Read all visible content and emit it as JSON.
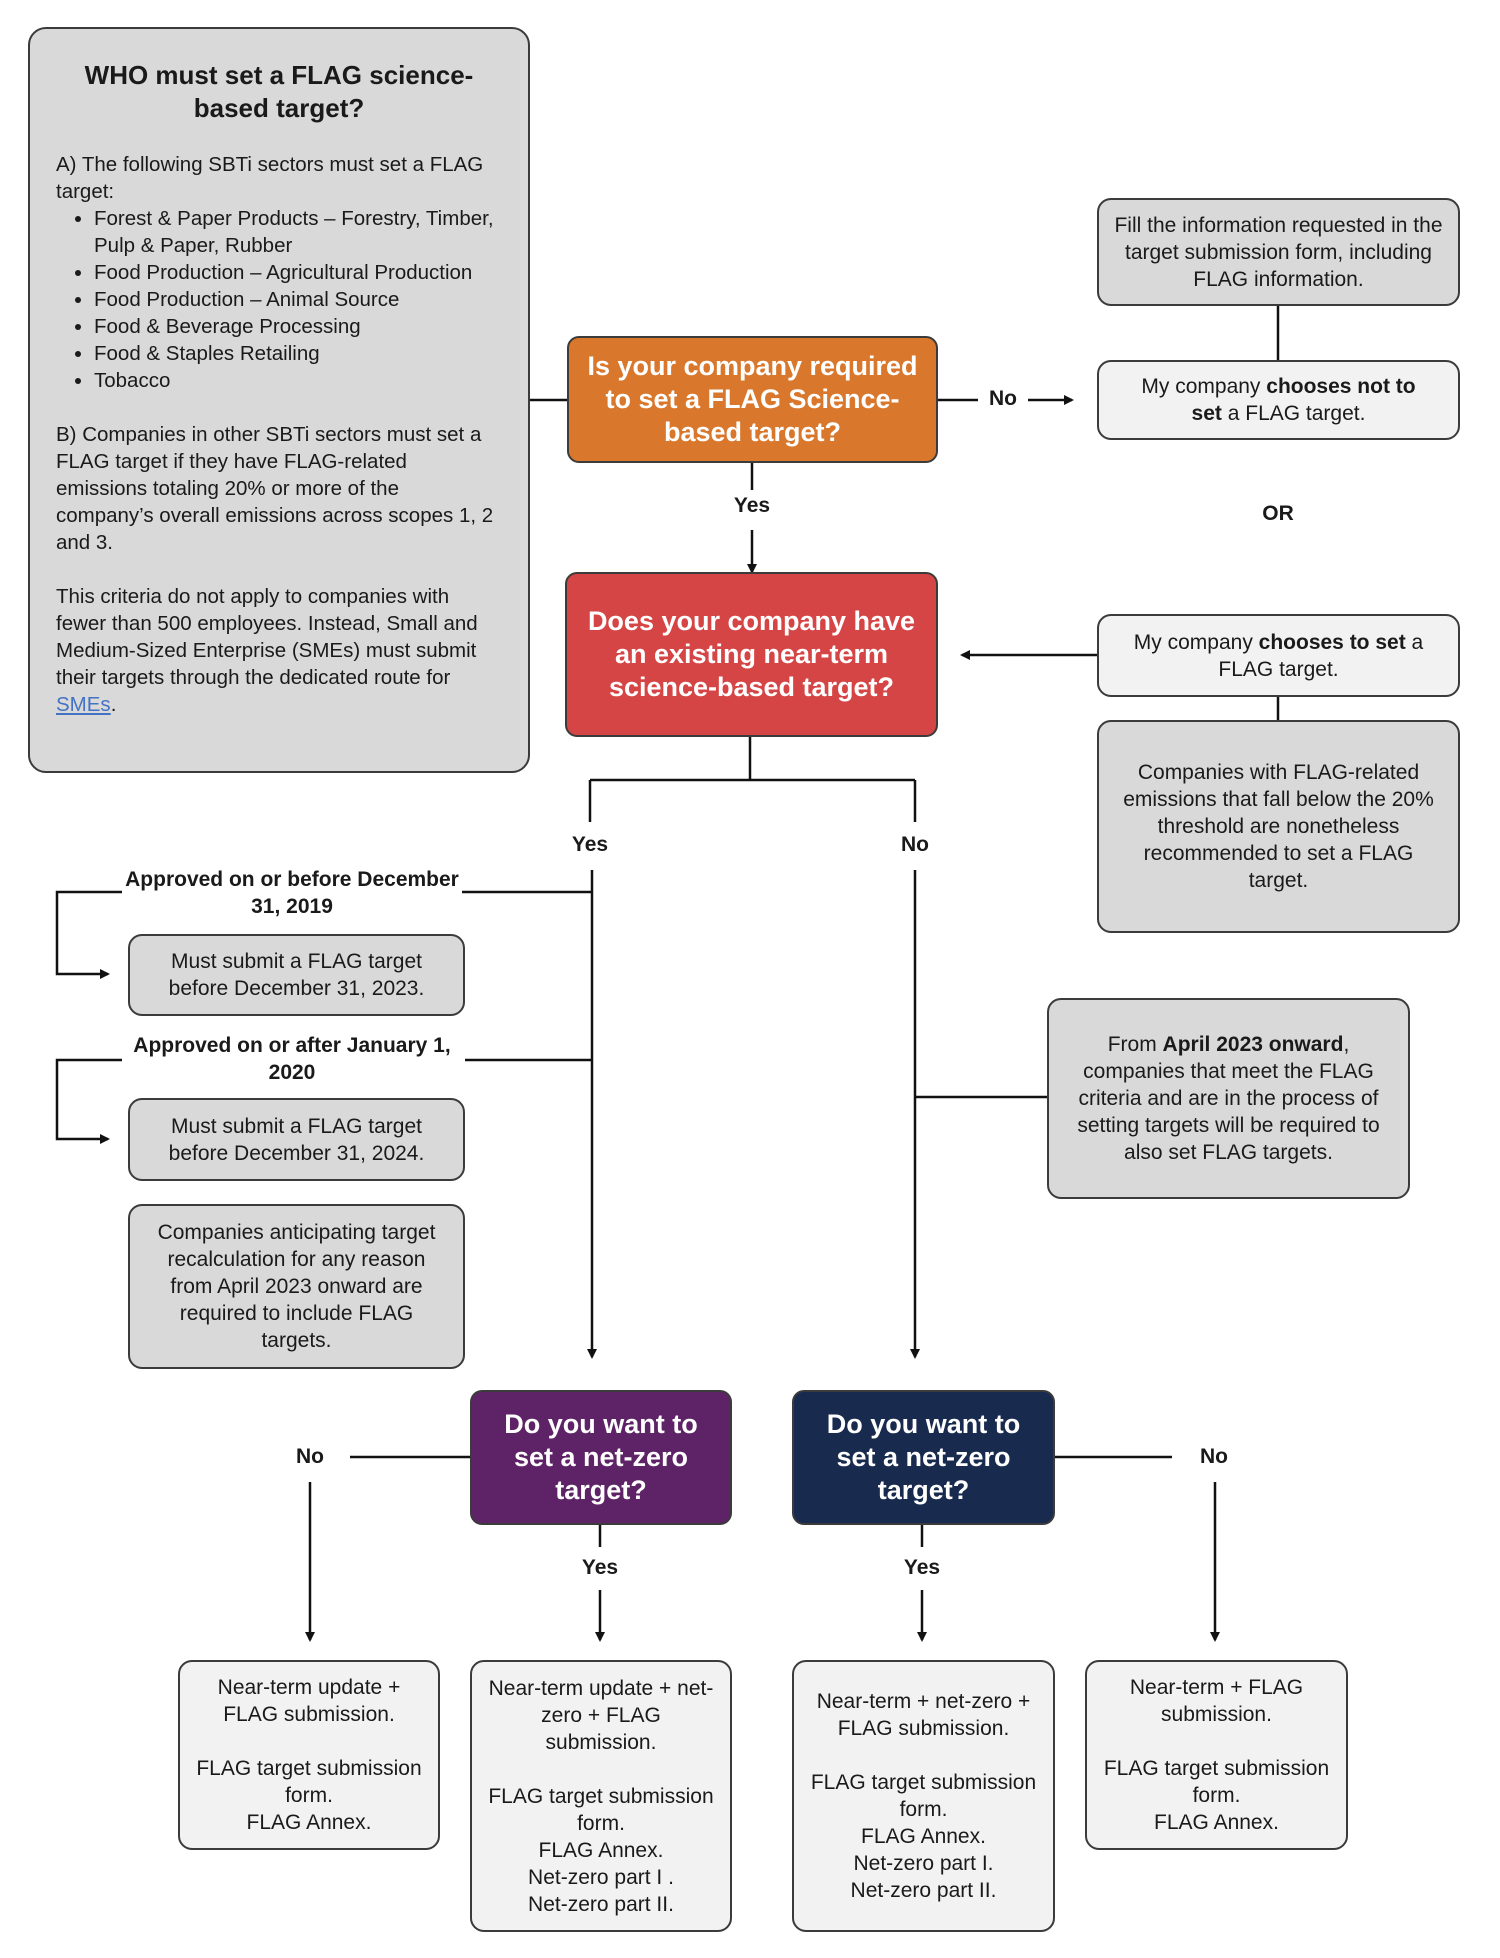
{
  "who_box": {
    "title": "WHO must set a FLAG science-based target?",
    "section_a_intro": "A) The following SBTi sectors must set a FLAG target:",
    "sectors": [
      "Forest & Paper Products – Forestry, Timber, Pulp & Paper, Rubber",
      "Food Production – Agricultural Production",
      "Food Production – Animal Source",
      "Food & Beverage Processing",
      "Food & Staples Retailing",
      "Tobacco"
    ],
    "section_b": "B) Companies in other SBTi sectors must set a FLAG target if they have FLAG-related emissions totaling 20% or more of the company’s overall emissions across scopes 1, 2 and 3.",
    "sme_note_before": "This criteria do not apply to companies with fewer than 500 employees. Instead, Small and Medium-Sized Enterprise (SMEs) must submit their targets through the dedicated route for ",
    "sme_link": "SMEs",
    "sme_note_after": "."
  },
  "questions": {
    "q1": "Is your company required to set a FLAG Science-based target?",
    "q2": "Does your company have an existing near-term science-based target?",
    "q3": "Do you want to set a net-zero target?",
    "q4": "Do you want to set a net-zero target?"
  },
  "colors": {
    "q1": "#d9782d",
    "q2": "#d64545",
    "q3": "#5e2366",
    "q4": "#182a4e",
    "link": "#4472c4"
  },
  "labels": {
    "q1_no": "No",
    "q1_yes": "Yes",
    "or": "OR",
    "q2_yes": "Yes",
    "q2_no": "No",
    "q3_no": "No",
    "q3_yes": "Yes",
    "q4_yes": "Yes",
    "q4_no": "No"
  },
  "right_boxes": {
    "fill_info": "Fill the information requested in the target submission form, including FLAG information.",
    "choose_not_before": "My company ",
    "choose_not_bold1": "chooses not to",
    "choose_not_bold2": "set",
    "choose_not_after": " a FLAG target.",
    "choose_before": "My company ",
    "choose_bold": "chooses to set",
    "choose_after": " a FLAG target.",
    "below_threshold": "Companies with FLAG-related emissions that fall below the 20% threshold are nonetheless recommended to set a FLAG target.",
    "april_before": "From ",
    "april_bold": "April 2023 onward",
    "april_after": ", companies that meet the FLAG criteria and are in the process of setting targets will be required to also set FLAG targets."
  },
  "yes_branch": {
    "approved_before": "Approved on or before December 31, 2019",
    "submit_2023": "Must submit a FLAG target before December 31, 2023.",
    "approved_after": "Approved on or after January 1, 2020",
    "submit_2024": "Must submit a FLAG target before December 31, 2024.",
    "recalc": "Companies anticipating target recalculation for any reason from April 2023 onward are required to include FLAG targets."
  },
  "outcomes": [
    {
      "lines": [
        "Near-term update + FLAG submission.",
        "",
        "FLAG target submission form.",
        "FLAG Annex."
      ]
    },
    {
      "lines": [
        "Near-term update + net-zero + FLAG submission.",
        "",
        "FLAG target submission form.",
        "FLAG Annex.",
        "Net-zero part I .",
        "Net-zero part II."
      ]
    },
    {
      "lines": [
        "Near-term + net-zero + FLAG submission.",
        "",
        "FLAG target submission form.",
        "FLAG Annex.",
        "Net-zero part I.",
        "Net-zero part II."
      ]
    },
    {
      "lines": [
        "Near-term + FLAG submission.",
        "",
        "FLAG target submission form.",
        "FLAG Annex."
      ]
    }
  ]
}
